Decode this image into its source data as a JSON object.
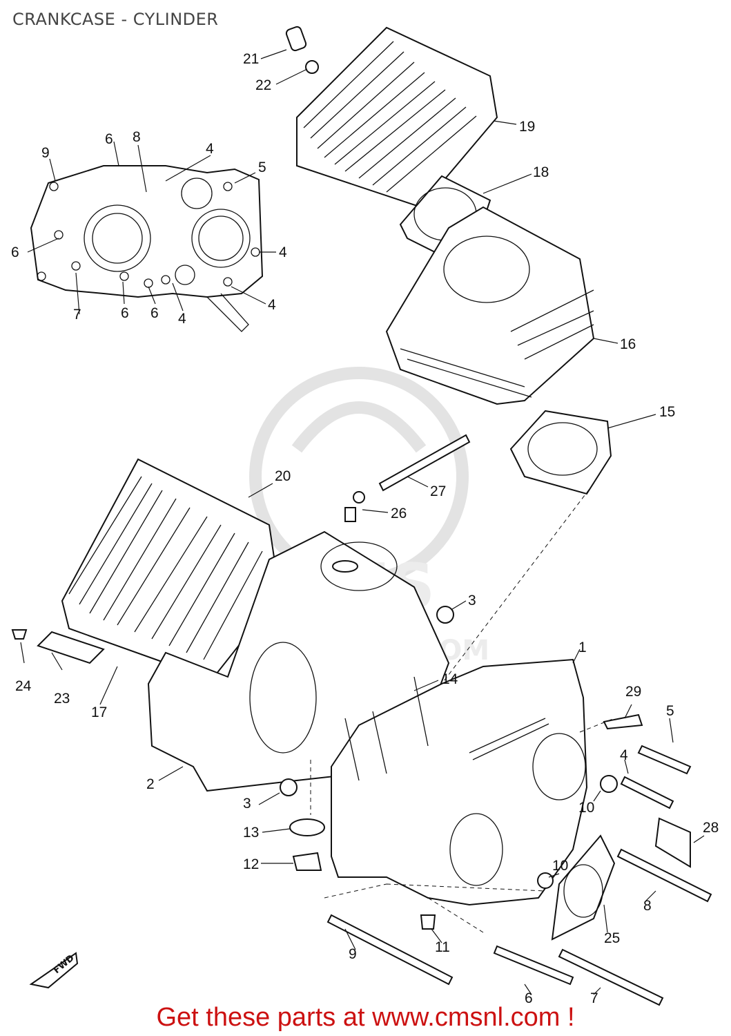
{
  "title": "CRANKCASE - CYLINDER",
  "footer": "Get these parts at www.cmsnl.com !",
  "watermark": "CMS",
  "watermark_domain": ".COM",
  "fwd_label": "FWD",
  "colors": {
    "footer": "#cc1111",
    "line": "#111111",
    "watermark": "#e3e3e3"
  },
  "callouts": [
    {
      "id": "c21",
      "text": "21"
    },
    {
      "id": "c22",
      "text": "22"
    },
    {
      "id": "c19",
      "text": "19"
    },
    {
      "id": "c18",
      "text": "18"
    },
    {
      "id": "c16",
      "text": "16"
    },
    {
      "id": "c15",
      "text": "15"
    },
    {
      "id": "c27",
      "text": "27"
    },
    {
      "id": "c26",
      "text": "26"
    },
    {
      "id": "c20",
      "text": "20"
    },
    {
      "id": "c3a",
      "text": "3"
    },
    {
      "id": "c14",
      "text": "14"
    },
    {
      "id": "c1",
      "text": "1"
    },
    {
      "id": "c24",
      "text": "24"
    },
    {
      "id": "c23",
      "text": "23"
    },
    {
      "id": "c17",
      "text": "17"
    },
    {
      "id": "c2",
      "text": "2"
    },
    {
      "id": "c3b",
      "text": "3"
    },
    {
      "id": "c13",
      "text": "13"
    },
    {
      "id": "c12",
      "text": "12"
    },
    {
      "id": "c29",
      "text": "29"
    },
    {
      "id": "c5b",
      "text": "5"
    },
    {
      "id": "c4e",
      "text": "4"
    },
    {
      "id": "c10a",
      "text": "10"
    },
    {
      "id": "c28",
      "text": "28"
    },
    {
      "id": "c10b",
      "text": "10"
    },
    {
      "id": "c8b",
      "text": "8"
    },
    {
      "id": "c25",
      "text": "25"
    },
    {
      "id": "c11",
      "text": "11"
    },
    {
      "id": "c9b",
      "text": "9"
    },
    {
      "id": "c6e",
      "text": "6"
    },
    {
      "id": "c7b",
      "text": "7"
    },
    {
      "id": "c9a",
      "text": "9"
    },
    {
      "id": "c6a",
      "text": "6"
    },
    {
      "id": "c8a",
      "text": "8"
    },
    {
      "id": "c4a",
      "text": "4"
    },
    {
      "id": "c5a",
      "text": "5"
    },
    {
      "id": "c6b",
      "text": "6"
    },
    {
      "id": "c4b",
      "text": "4"
    },
    {
      "id": "c7a",
      "text": "7"
    },
    {
      "id": "c6c",
      "text": "6"
    },
    {
      "id": "c6d",
      "text": "6"
    },
    {
      "id": "c4c",
      "text": "4"
    },
    {
      "id": "c4d",
      "text": "4"
    }
  ]
}
